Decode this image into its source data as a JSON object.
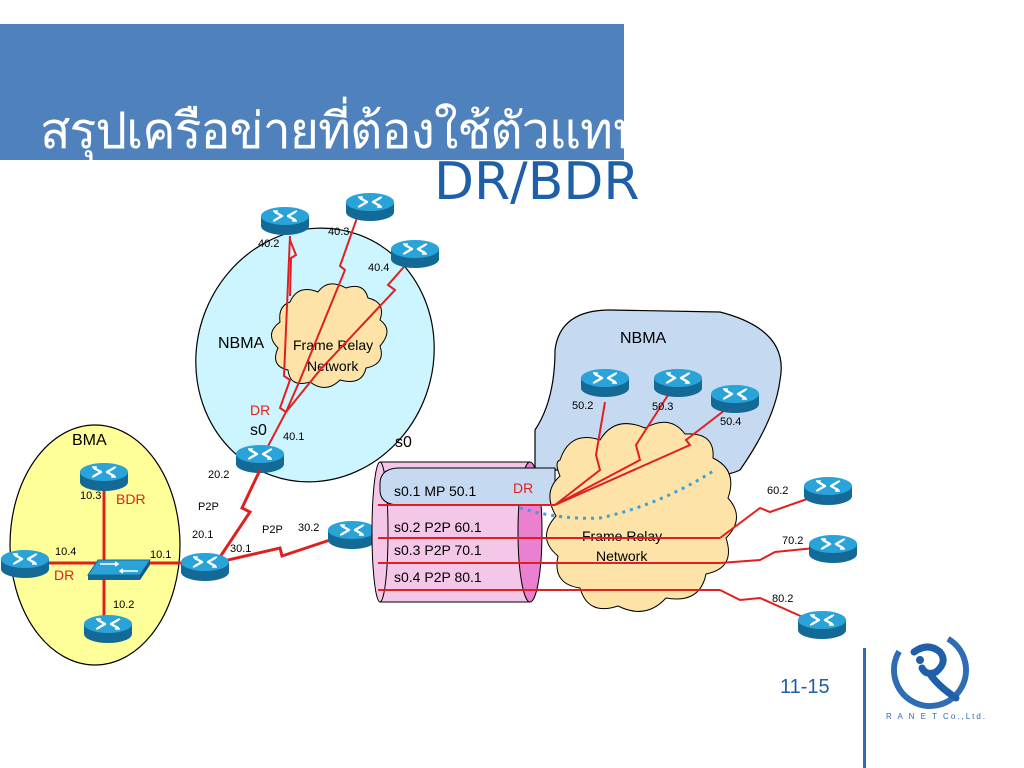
{
  "title": {
    "line1": "สรุปเครือข่ายที่ต้องใช้ตัวแทน",
    "line2": "DR/BDR"
  },
  "slide_number": "11-15",
  "logo": {
    "text": "R A N E T Co.,Ltd."
  },
  "colors": {
    "title_band": "#4f81bd",
    "link_red": "#e02020",
    "router_blue": "#1d8fc0",
    "bma_fill": "#ffff99",
    "nbma1_fill": "#ccf5ff",
    "nbma2_fill": "#c5d9f1",
    "cloud_fill": "#fde3a7",
    "subif_fill": "#f4c6e8"
  },
  "bma": {
    "label": "BMA",
    "switch_icon": "switch-icon",
    "router_top_addr": "10.3",
    "router_top_role": "BDR",
    "router_left_addr": "10.4",
    "router_left_role": "DR",
    "router_bottom_addr": "10.2",
    "router_right_addr": "10.1"
  },
  "core": {
    "r20_1": "20.1",
    "r20_2": "20.2",
    "r30_1": "30.1",
    "r30_2": "30.2",
    "p2p_vertical": "P2P",
    "p2p_horizontal": "P2P"
  },
  "nbma1": {
    "label": "NBMA",
    "cloud_line1": "Frame Relay",
    "cloud_line2": "Network",
    "role": "DR",
    "iface": "s0",
    "addr_hub": "40.1",
    "addr_a": "40.2",
    "addr_b": "40.3",
    "addr_c": "40.4"
  },
  "nbma2": {
    "label": "NBMA",
    "iface": "s0",
    "cloud_line1": "Frame Relay",
    "cloud_line2": "Network",
    "role": "DR",
    "subifs": [
      "s0.1 MP 50.1",
      "s0.2 P2P 60.1",
      "s0.3 P2P 70.1",
      "s0.4 P2P 80.1"
    ],
    "addr_a": "50.2",
    "addr_b": "50.3",
    "addr_c": "50.4",
    "addr_60": "60.2",
    "addr_70": "70.2",
    "addr_80": "80.2"
  }
}
